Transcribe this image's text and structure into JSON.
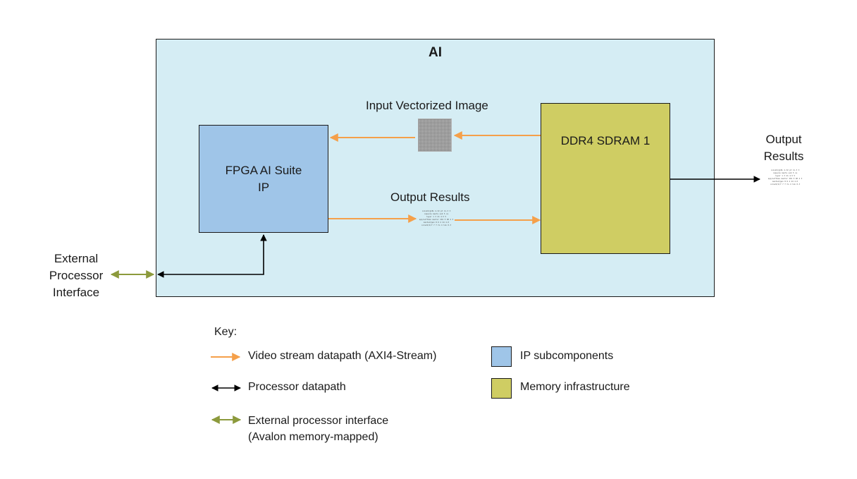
{
  "diagram": {
    "region_title": "AI",
    "fpga_block": "FPGA AI Suite IP",
    "memory_block": "DDR4 SDRAM 1",
    "input_label": "Input Vectorized Image",
    "output_label_mid": "Output Results",
    "output_label_right": "Output Results",
    "external_interface_label": "External Processor Interface",
    "output_text_lines": [
      "conv2d/g18x 4.32 pt 11.3 3",
      "capsule ments sub 5 xs",
      "layer 1 3 21 4.5 5",
      "app/softmax mentor 201 5 00 4 3",
      "mented/gen 8.9 4 24 4.0",
      "conv2d/4/7 7 f.to 4 lmn 0.3"
    ]
  },
  "key": {
    "title": "Key:",
    "items": [
      {
        "label": "Video stream datapath (AXI4-Stream)",
        "color": "#f5a04a"
      },
      {
        "label": "Processor datapath",
        "color": "#000000"
      },
      {
        "label": "External processor interface (Avalon memory-mapped)",
        "color": "#8c9a3c"
      },
      {
        "label": "IP subcomponents",
        "color": "#9fc5e8"
      },
      {
        "label": "Memory infrastructure",
        "color": "#cfcd63"
      }
    ]
  },
  "colors": {
    "region_fill": "#d5edf4",
    "video_stream": "#f5a04a",
    "processor": "#000000",
    "external": "#8c9a3c"
  }
}
